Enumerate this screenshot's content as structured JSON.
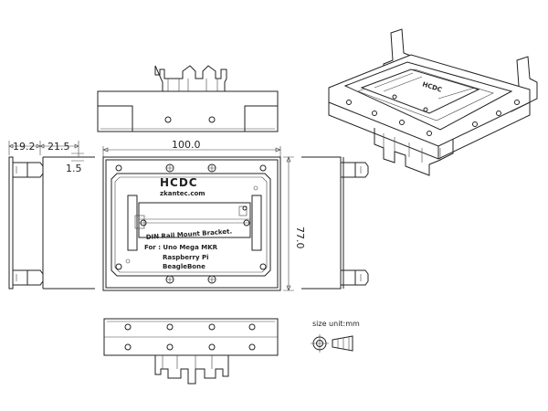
{
  "dimensions": {
    "width_left": "19.2",
    "width_mid": "21.5",
    "thickness": "1.5",
    "overall_width": "100.0",
    "overall_height": "77.0"
  },
  "bracket": {
    "logo": "HCDC",
    "website": "zkantec.com",
    "description": "DIN Rail Mount Bracket.",
    "compat_line1": "For : Uno Mega MKR",
    "compat_line2": "Raspberry Pi",
    "compat_line3": "BeagleBone"
  },
  "iso_view": {
    "logo": "HCDC"
  },
  "legend": {
    "unit": "size unit:mm"
  }
}
